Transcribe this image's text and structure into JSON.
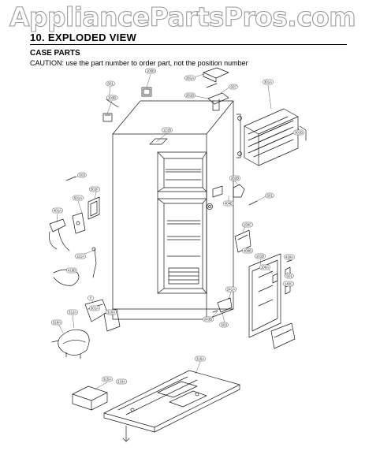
{
  "watermark": "AppliancePartsPros.com",
  "header": {
    "title": "10. EXPLODED VIEW",
    "section": "CASE PARTS",
    "caution": "CAUTION: use the part number to order part, not the position number"
  },
  "callouts": [
    {
      "label": "105B"
    },
    {
      "label": "S01"
    },
    {
      "label": "103B"
    },
    {
      "label": "281A"
    },
    {
      "label": "281B"
    },
    {
      "label": "S07"
    },
    {
      "label": "301A"
    },
    {
      "label": "301B"
    },
    {
      "label": "121B"
    },
    {
      "label": "S03"
    },
    {
      "label": "501F"
    },
    {
      "label": "501A"
    },
    {
      "label": "401A"
    },
    {
      "label": "282B"
    },
    {
      "label": "404B"
    },
    {
      "label": "S01"
    },
    {
      "label": "158C"
    },
    {
      "label": "409B"
    },
    {
      "label": "101B"
    },
    {
      "label": "121A"
    },
    {
      "label": "419B"
    },
    {
      "label": "Y"
    },
    {
      "label": "301A"
    },
    {
      "label": "310A"
    },
    {
      "label": "318A"
    },
    {
      "label": "312A"
    },
    {
      "label": "241A"
    },
    {
      "label": "243B"
    },
    {
      "label": "S03"
    },
    {
      "label": "106A"
    },
    {
      "label": "410A"
    },
    {
      "label": "S01"
    },
    {
      "label": "140C"
    },
    {
      "label": "315A"
    },
    {
      "label": "316A"
    },
    {
      "label": "210A"
    }
  ]
}
